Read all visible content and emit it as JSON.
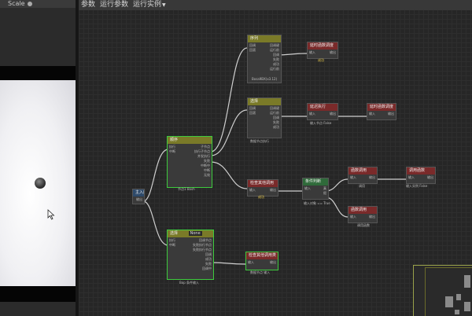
{
  "left_panel": {
    "scale_label": "Scale"
  },
  "toolbar": {
    "items": [
      "参数",
      "运行参数",
      "运行实例"
    ],
    "dropdown_caret": "▼"
  },
  "nodes": {
    "root": {
      "title": "主入口",
      "out": "输出"
    },
    "main_seq": {
      "title": "顺序",
      "rows": [
        [
          "执行",
          "子节点"
        ],
        [
          "中断",
          "执行子节点"
        ],
        [
          "",
          "并发执行"
        ],
        [
          "",
          "失败"
        ],
        [
          "",
          "中断中"
        ],
        [
          "",
          "中断"
        ],
        [
          "",
          "无效"
        ]
      ],
      "caption": "节点1 Bash"
    },
    "top_seq": {
      "title": "序列",
      "rows": [
        [
          "回调",
          "回调键"
        ],
        [
          "回滚",
          "运行前"
        ],
        [
          "",
          "回调"
        ],
        [
          "",
          "失败"
        ],
        [
          "",
          "成功"
        ],
        [
          "",
          "运行前"
        ]
      ],
      "caption": "Bosa9BX(x3.12)"
    },
    "top_red": {
      "title": "延时函数调度",
      "rows": [
        [
          "输入",
          "输出"
        ]
      ],
      "caption": "成功"
    },
    "mid_seq": {
      "title": "选择",
      "rows": [
        [
          "回调",
          "回调键"
        ],
        [
          "回滚",
          "运行前"
        ],
        [
          "",
          "回调"
        ],
        [
          "",
          "失败"
        ],
        [
          "",
          "成功"
        ]
      ],
      "caption": "数据节点执行"
    },
    "mid_red1": {
      "title": "延迟执行",
      "rows": [
        [
          "输入",
          "输出"
        ]
      ],
      "caption": "输入节点 False"
    },
    "mid_red2": {
      "title": "延时函数调度",
      "rows": [
        [
          "输入",
          "输出"
        ]
      ]
    },
    "check_red": {
      "title": "检查其他调用",
      "rows": [
        [
          "输入",
          "输出"
        ]
      ],
      "caption": "成功"
    },
    "green_cond": {
      "title": "条件判断",
      "rows": [
        [
          "输入",
          "真"
        ],
        [
          "",
          "假"
        ]
      ],
      "caption": "输入对象 == True"
    },
    "r1": {
      "title": "函数调用",
      "rows": [
        [
          "输入",
          "输出"
        ]
      ],
      "caption": "调用"
    },
    "r2": {
      "title": "调用函数",
      "rows": [
        [
          "输入",
          "输出"
        ]
      ],
      "caption": "输入实例 False"
    },
    "r3": {
      "title": "函数调用",
      "rows": [
        [
          "输入",
          "输出"
        ]
      ],
      "caption": "调用函数"
    },
    "bottom_seq": {
      "title": "选择",
      "badge": "None",
      "rows": [
        [
          "执行",
          "回调节点"
        ],
        [
          "中断",
          "失败执行节点"
        ],
        [
          "",
          "失败执行节点"
        ],
        [
          "",
          "回调"
        ],
        [
          "",
          "成功"
        ],
        [
          "",
          "失败"
        ],
        [
          "",
          "回调中"
        ]
      ],
      "caption": "Bop 条件输入"
    },
    "bottom_red": {
      "title": "检查其他调用类",
      "rows": [
        [
          "输入",
          "输出"
        ]
      ],
      "caption": "数据节点 输入"
    }
  },
  "colors": {
    "selected_border": "#3ecb3e",
    "olive_header": "#7a7a28",
    "red_header": "#7a2a2a",
    "wire": "#cfcfcf"
  }
}
